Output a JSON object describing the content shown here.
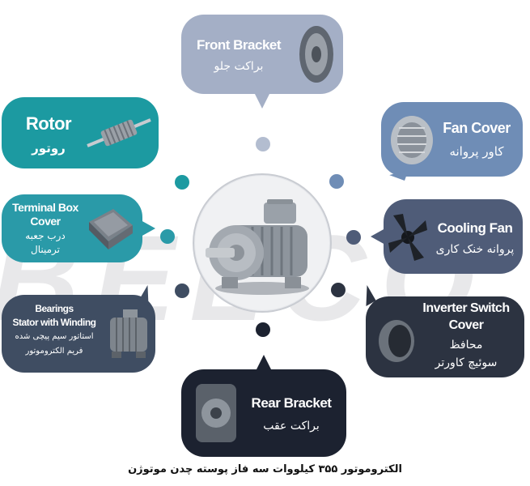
{
  "colors": {
    "front": "#a4afc6",
    "fan_cover": "#6f8db6",
    "cooling_fan": "#4f5c78",
    "inverter": "#2c3341",
    "rear": "#1c2230",
    "rotor": "#1c9aa1",
    "terminal": "#2a9aa8",
    "bearings": "#3f4d62",
    "watermark": "#c8c9cc"
  },
  "watermark_text": "BELCO",
  "parts": {
    "front_bracket": {
      "en": "Front Bracket",
      "fa": "براکت جلو"
    },
    "fan_cover": {
      "en": "Fan Cover",
      "fa": "کاور پروانه"
    },
    "cooling_fan": {
      "en": "Cooling Fan",
      "fa": "پروانه خنک کاری"
    },
    "inverter_cover": {
      "en_line1": "Inverter Switch",
      "en_line2": "Cover",
      "fa_line1": "محافظ",
      "fa_line2": "سوئیچ کاورتر"
    },
    "rear_bracket": {
      "en": "Rear Bracket",
      "fa": "براکت عقب"
    },
    "rotor": {
      "en": "Rotor",
      "fa": "روتور"
    },
    "terminal_box": {
      "en_line1": "Terminal Box",
      "en_line2": "Cover",
      "fa_line1": "درب جعبه",
      "fa_line2": "ترمینال"
    },
    "bearings": {
      "en_line1": "Bearings",
      "en_line2": "Stator with Winding",
      "fa_line1": "استاتور سیم پیچی شده",
      "fa_line2": "فریم الکتروموتور"
    }
  },
  "caption": "الکتروموتور ۳۵۵ کیلووات سه فاز پوسته چدن موتوژن"
}
